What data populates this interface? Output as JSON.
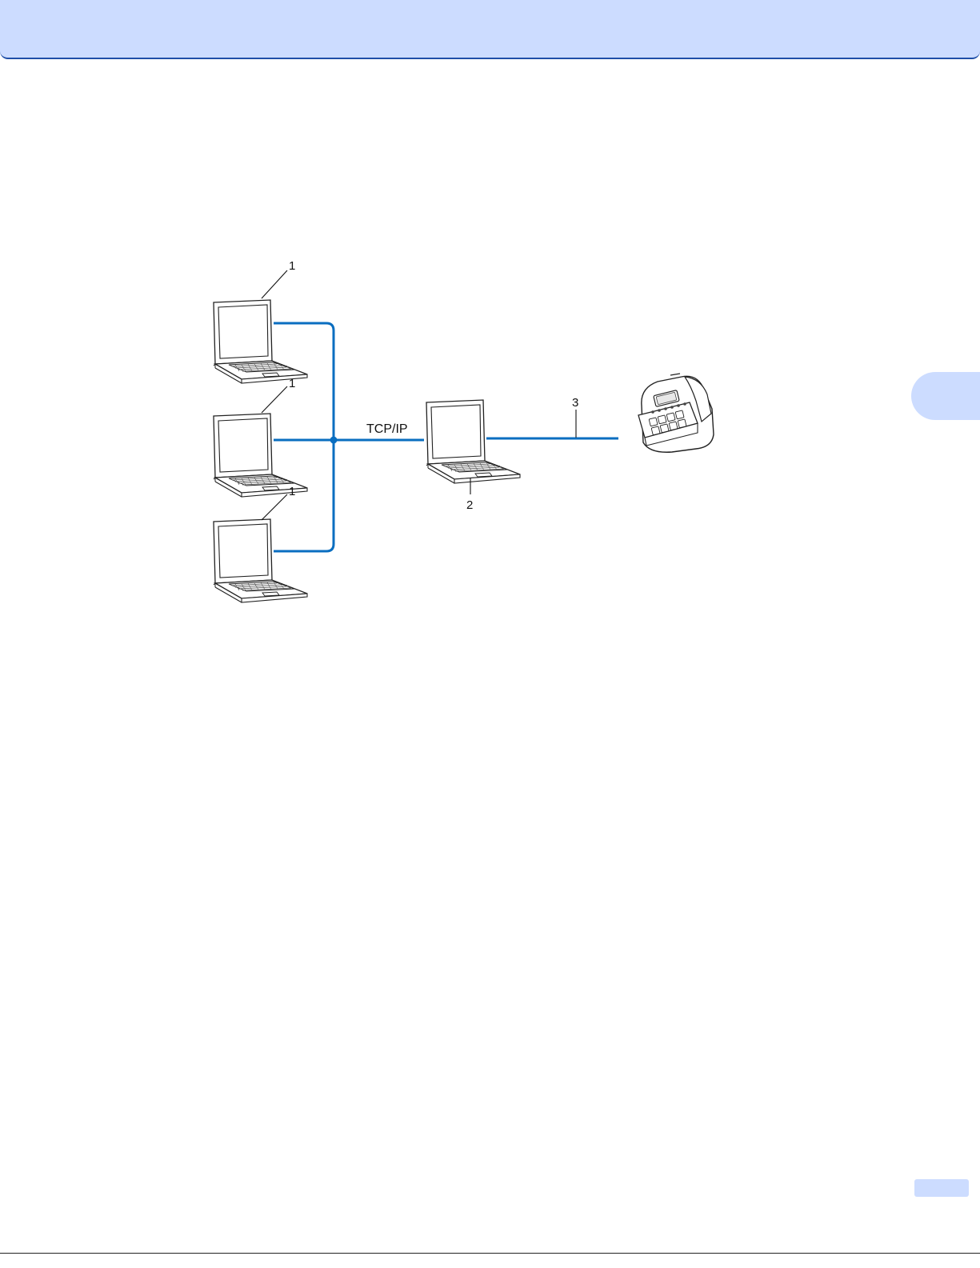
{
  "header": {
    "color": "#ccdcff",
    "border_color": "#1f4fa8"
  },
  "diagram": {
    "link_color": "#0a6ec0",
    "protocol_label": "TCP/IP",
    "callouts": {
      "client_1a": "1",
      "client_1b": "1",
      "client_1c": "1",
      "server": "2",
      "cable": "3"
    },
    "icons": [
      "laptop-icon",
      "laptop-icon",
      "laptop-icon",
      "laptop-icon",
      "label-printer-icon"
    ]
  },
  "side_tab": {
    "color": "#ccdcff"
  },
  "footer": {
    "tab_color": "#ccdcff"
  }
}
